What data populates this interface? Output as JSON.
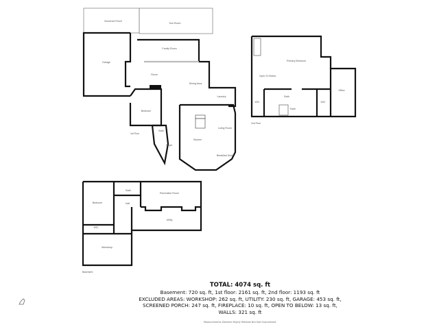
{
  "floors": [
    {
      "name": "1st Floor",
      "rooms": [
        "Screened Porch",
        "Sun Room",
        "Garage",
        "Family Room",
        "Room",
        "Dining Area",
        "Laundry",
        "Bedroom",
        "Bath",
        "Foyer",
        "Kitchen",
        "Living Room",
        "Breakfast Nook"
      ]
    },
    {
      "name": "2nd Floor",
      "rooms": [
        "Primary Bedroom",
        "Open To Below",
        "Bath",
        "Bath",
        "WIC",
        "WIC",
        "Office"
      ]
    },
    {
      "name": "Basement",
      "rooms": [
        "Bedroom",
        "Bath",
        "Hall",
        "Recreation Room",
        "Utility",
        "WIC",
        "Workshop"
      ]
    }
  ],
  "summary": {
    "total": "TOTAL: 4074 sq. ft",
    "line1": "Basement: 720 sq. ft, 1st floor: 2161 sq. ft, 2nd floor: 1193 sq. ft",
    "line2": "EXCLUDED AREAS: WORKSHOP: 262 sq. ft, UTILITY: 230 sq. ft, GARAGE: 453 sq. ft,",
    "line3": "SCREENED PORCH: 247 sq. ft, FIREPLACE: 10 sq. ft, OPEN TO BELOW: 13 sq. ft,",
    "line4": "WALLS: 321 sq. ft",
    "note": "Measurements Deemed Highly Reliable But Not Guaranteed."
  }
}
